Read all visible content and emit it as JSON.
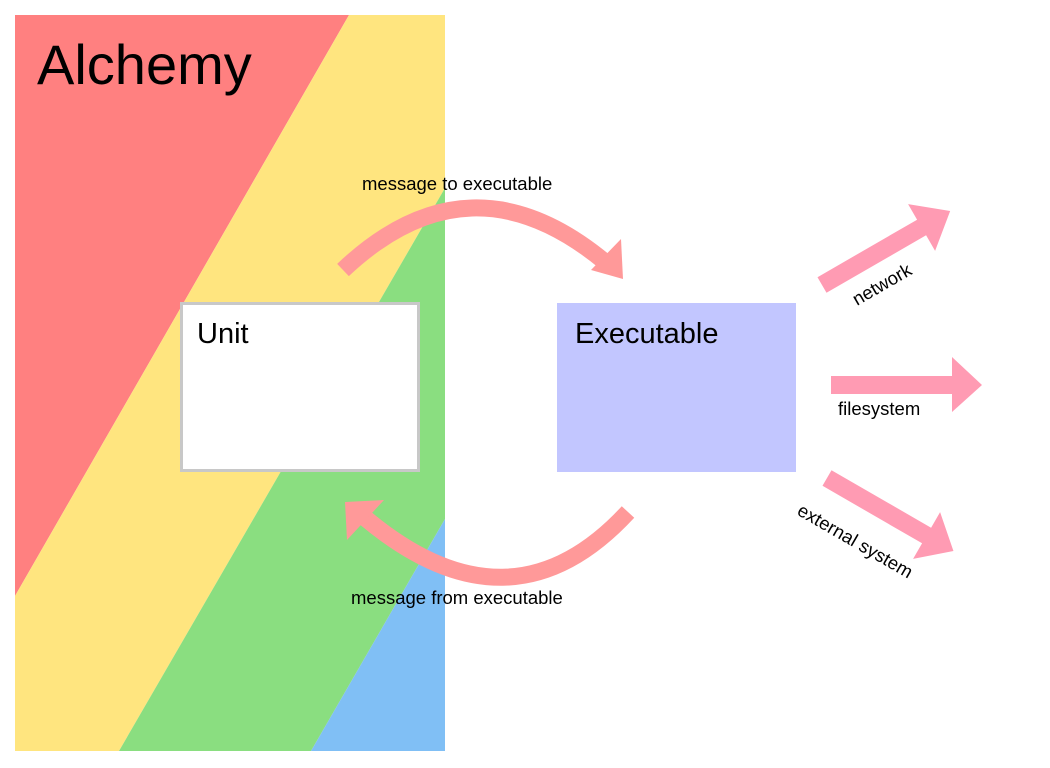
{
  "diagram": {
    "title": "Alchemy",
    "colors": {
      "background": "#ffffff",
      "stripe_red": "#ff8080",
      "stripe_yellow": "#ffe57f",
      "stripe_green": "#8ade80",
      "stripe_blue": "#80bff5",
      "unit_fill": "#ffffff",
      "unit_border": "#c8c8c8",
      "executable_fill": "#c2c6ff",
      "arc_arrow": "#ff9999",
      "side_arrow": "#ff9bb3",
      "text": "#000000"
    },
    "nodes": [
      {
        "id": "unit",
        "label": "Unit"
      },
      {
        "id": "executable",
        "label": "Executable"
      }
    ],
    "edges": [
      {
        "id": "to-executable",
        "from": "unit",
        "to": "executable",
        "label": "message to executable"
      },
      {
        "id": "from-executable",
        "from": "executable",
        "to": "unit",
        "label": "message from executable"
      },
      {
        "id": "network",
        "from": "executable",
        "to": "outside",
        "label": "network"
      },
      {
        "id": "filesystem",
        "from": "executable",
        "to": "outside",
        "label": "filesystem"
      },
      {
        "id": "external-system",
        "from": "executable",
        "to": "outside",
        "label": "external system"
      }
    ]
  }
}
